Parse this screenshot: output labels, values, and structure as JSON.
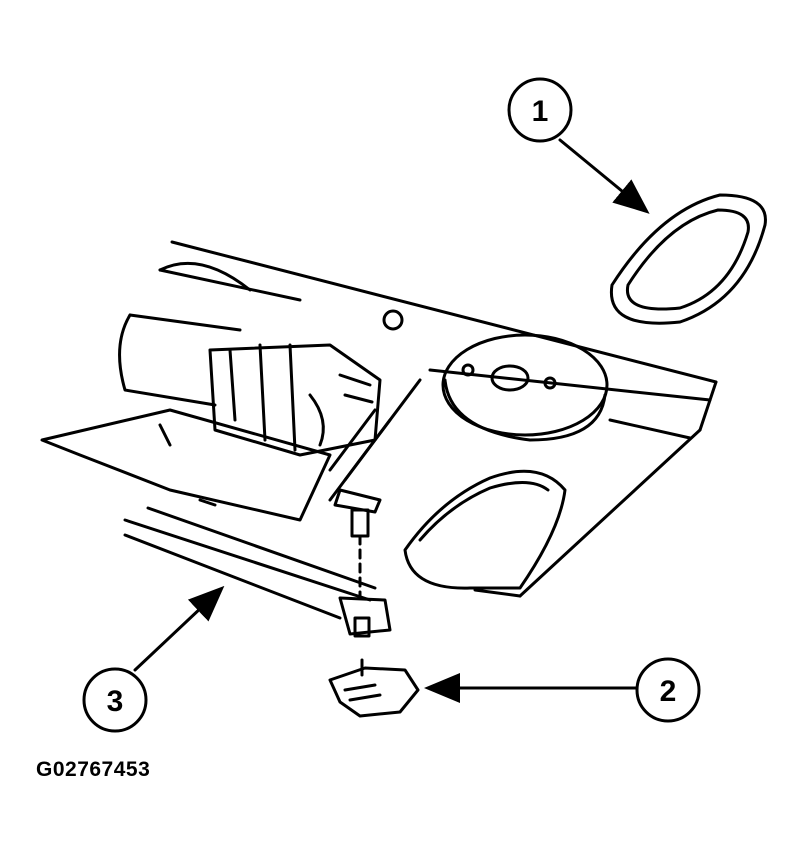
{
  "callouts": [
    {
      "label": "1"
    },
    {
      "label": "2"
    },
    {
      "label": "3"
    }
  ],
  "figure_id": "G02767453",
  "colors": {
    "ink": "#000000",
    "background": "#ffffff"
  }
}
